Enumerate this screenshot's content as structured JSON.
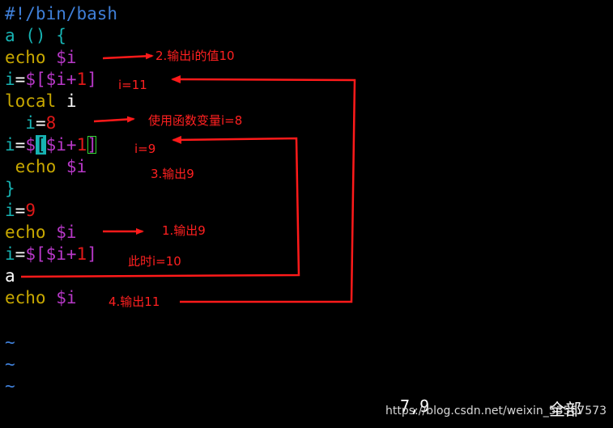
{
  "editor": {
    "lines": [
      {
        "tokens": [
          {
            "t": "#!/bin/bash",
            "c": "c-shebang"
          }
        ]
      },
      {
        "tokens": [
          {
            "t": "a () {",
            "c": "c-func"
          }
        ]
      },
      {
        "tokens": [
          {
            "t": "echo",
            "c": "c-kw"
          },
          {
            "t": " ",
            "c": "c-plain"
          },
          {
            "t": "$i",
            "c": "c-var"
          }
        ]
      },
      {
        "tokens": [
          {
            "t": "i",
            "c": "c-assign"
          },
          {
            "t": "=",
            "c": "c-plain"
          },
          {
            "t": "$[$i+",
            "c": "c-var"
          },
          {
            "t": "1",
            "c": "c-num"
          },
          {
            "t": "]",
            "c": "c-var"
          }
        ]
      },
      {
        "tokens": [
          {
            "t": "local",
            "c": "c-kw"
          },
          {
            "t": " i",
            "c": "c-plain"
          }
        ]
      },
      {
        "tokens": [
          {
            "t": "  i",
            "c": "c-assign"
          },
          {
            "t": "=",
            "c": "c-plain"
          },
          {
            "t": "8",
            "c": "c-num"
          }
        ]
      },
      {
        "tokens": [
          {
            "t": "i",
            "c": "c-assign"
          },
          {
            "t": "=",
            "c": "c-plain"
          },
          {
            "t": "$",
            "c": "c-var"
          },
          {
            "t": "[",
            "c": "cursor"
          },
          {
            "t": "$i+",
            "c": "c-var"
          },
          {
            "t": "1",
            "c": "c-num"
          },
          {
            "t": "]",
            "c": "c-var match"
          }
        ]
      },
      {
        "tokens": [
          {
            "t": " echo",
            "c": "c-kw"
          },
          {
            "t": " ",
            "c": "c-plain"
          },
          {
            "t": "$i",
            "c": "c-var"
          }
        ]
      },
      {
        "tokens": [
          {
            "t": "}",
            "c": "c-brace"
          }
        ]
      },
      {
        "tokens": [
          {
            "t": "i",
            "c": "c-assign"
          },
          {
            "t": "=",
            "c": "c-plain"
          },
          {
            "t": "9",
            "c": "c-num"
          }
        ]
      },
      {
        "tokens": [
          {
            "t": "echo",
            "c": "c-kw"
          },
          {
            "t": " ",
            "c": "c-plain"
          },
          {
            "t": "$i",
            "c": "c-var"
          }
        ]
      },
      {
        "tokens": [
          {
            "t": "i",
            "c": "c-assign"
          },
          {
            "t": "=",
            "c": "c-plain"
          },
          {
            "t": "$[$i+",
            "c": "c-var"
          },
          {
            "t": "1",
            "c": "c-num"
          },
          {
            "t": "]",
            "c": "c-var"
          }
        ]
      },
      {
        "tokens": [
          {
            "t": "a",
            "c": "c-plain"
          }
        ]
      },
      {
        "tokens": [
          {
            "t": "echo",
            "c": "c-kw"
          },
          {
            "t": " ",
            "c": "c-plain"
          },
          {
            "t": "$i",
            "c": "c-var"
          }
        ]
      },
      {
        "tokens": [
          {
            "t": "",
            "c": "c-plain"
          }
        ]
      }
    ],
    "tildes": [
      "~",
      "~",
      "~"
    ]
  },
  "annotations": {
    "a1": "2.输出i的值10",
    "a2": "i=11",
    "a3": "使用函数变量i=8",
    "a4": "i=9",
    "a5": "3.输出9",
    "a6": "1.输出9",
    "a7": "此时i=10",
    "a8": "4.输出11"
  },
  "status": {
    "position": "7,9",
    "scope": "全部"
  },
  "watermark": "https://blog.csdn.net/weixin_53567573",
  "colors": {
    "background": "#000000",
    "keyword": "#c8a800",
    "variable": "#b838c8",
    "number": "#e01818",
    "cyan": "#17b3b3",
    "annotation": "#ff2020"
  }
}
